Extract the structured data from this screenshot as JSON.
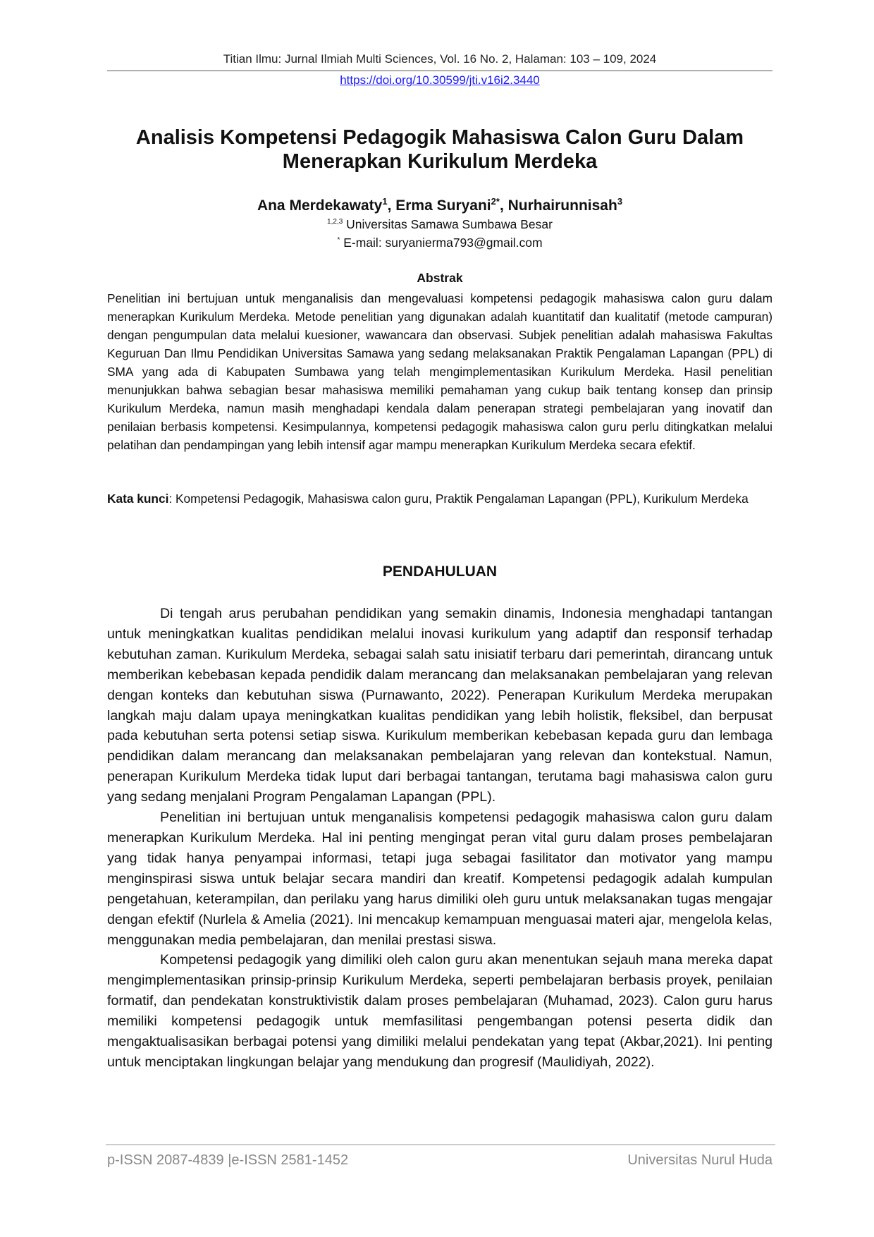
{
  "header": {
    "running_head": "Titian Ilmu: Jurnal Ilmiah Multi Sciences, Vol. 16 No. 2, Halaman: 103 – 109, 2024",
    "doi": "https://doi.org/10.30599/jti.v16i2.3440"
  },
  "title": "Analisis Kompetensi Pedagogik Mahasiswa Calon Guru Dalam Menerapkan Kurikulum Merdeka",
  "authors": [
    {
      "name": "Ana Merdekawaty",
      "sup": "1"
    },
    {
      "name": "Erma Suryani",
      "sup": "2*"
    },
    {
      "name": "Nurhairunnisah",
      "sup": "3"
    }
  ],
  "affiliation": {
    "sup": "1,2,3",
    "text": "Universitas Samawa Sumbawa Besar"
  },
  "email": {
    "sup": "*",
    "text": "E-mail: suryanierma793@gmail.com"
  },
  "abstract": {
    "heading": "Abstrak",
    "text": "Penelitian ini bertujuan untuk menganalisis dan mengevaluasi kompetensi pedagogik mahasiswa calon guru dalam menerapkan Kurikulum Merdeka. Metode penelitian yang digunakan adalah kuantitatif dan kualitatif (metode campuran) dengan pengumpulan data melalui kuesioner, wawancara dan observasi. Subjek penelitian adalah mahasiswa Fakultas Keguruan Dan Ilmu Pendidikan Universitas Samawa yang sedang melaksanakan Praktik Pengalaman Lapangan (PPL) di SMA yang ada di Kabupaten Sumbawa yang telah mengimplementasikan Kurikulum Merdeka. Hasil penelitian menunjukkan bahwa sebagian besar mahasiswa memiliki pemahaman yang cukup baik tentang konsep dan prinsip Kurikulum Merdeka, namun masih menghadapi kendala dalam penerapan strategi pembelajaran yang inovatif dan penilaian berbasis kompetensi. Kesimpulannya, kompetensi pedagogik mahasiswa calon guru perlu ditingkatkan melalui pelatihan dan pendampingan yang lebih intensif agar mampu menerapkan Kurikulum Merdeka secara efektif."
  },
  "keywords": {
    "label": "Kata kunci",
    "text": ": Kompetensi Pedagogik, Mahasiswa calon guru, Praktik Pengalaman Lapangan (PPL), Kurikulum Merdeka"
  },
  "section": {
    "heading": "PENDAHULUAN",
    "paragraphs": [
      "Di tengah arus perubahan pendidikan yang semakin dinamis, Indonesia menghadapi tantangan untuk meningkatkan kualitas pendidikan melalui inovasi kurikulum yang adaptif dan responsif terhadap kebutuhan zaman. Kurikulum Merdeka, sebagai salah satu inisiatif terbaru dari pemerintah, dirancang untuk memberikan kebebasan kepada pendidik dalam merancang dan melaksanakan pembelajaran yang relevan dengan konteks dan kebutuhan siswa (Purnawanto, 2022). Penerapan Kurikulum Merdeka merupakan langkah maju dalam upaya meningkatkan kualitas pendidikan yang lebih holistik, fleksibel, dan berpusat pada kebutuhan serta potensi setiap siswa. Kurikulum memberikan kebebasan kepada guru dan lembaga pendidikan dalam merancang dan melaksanakan pembelajaran yang relevan dan kontekstual. Namun, penerapan Kurikulum Merdeka tidak luput dari berbagai tantangan, terutama bagi mahasiswa calon guru yang sedang menjalani Program Pengalaman Lapangan (PPL).",
      "Penelitian ini bertujuan untuk menganalisis kompetensi pedagogik mahasiswa calon guru dalam menerapkan Kurikulum Merdeka. Hal ini penting mengingat peran vital guru dalam proses pembelajaran yang tidak hanya penyampai informasi, tetapi juga sebagai fasilitator dan motivator yang mampu menginspirasi siswa untuk belajar secara mandiri dan kreatif. Kompetensi pedagogik adalah kumpulan pengetahuan, keterampilan, dan perilaku yang harus dimiliki oleh guru untuk melaksanakan tugas mengajar dengan efektif (Nurlela & Amelia (2021). Ini mencakup kemampuan menguasai materi ajar, mengelola kelas, menggunakan media pembelajaran, dan menilai prestasi siswa.",
      "Kompetensi pedagogik yang dimiliki oleh calon guru akan menentukan sejauh mana mereka dapat mengimplementasikan prinsip-prinsip Kurikulum Merdeka, seperti pembelajaran berbasis proyek, penilaian formatif, dan pendekatan konstruktivistik dalam proses pembelajaran (Muhamad, 2023). Calon guru harus memiliki kompetensi pedagogik untuk memfasilitasi pengembangan potensi peserta didik dan mengaktualisasikan berbagai potensi yang dimiliki melalui pendekatan yang tepat (Akbar,2021). Ini penting untuk menciptakan lingkungan belajar yang mendukung dan progresif (Maulidiyah, 2022)."
    ]
  },
  "footer": {
    "issn": "p-ISSN 2087-4839 |e-ISSN 2581-1452",
    "publisher": "Universitas Nurul Huda"
  }
}
